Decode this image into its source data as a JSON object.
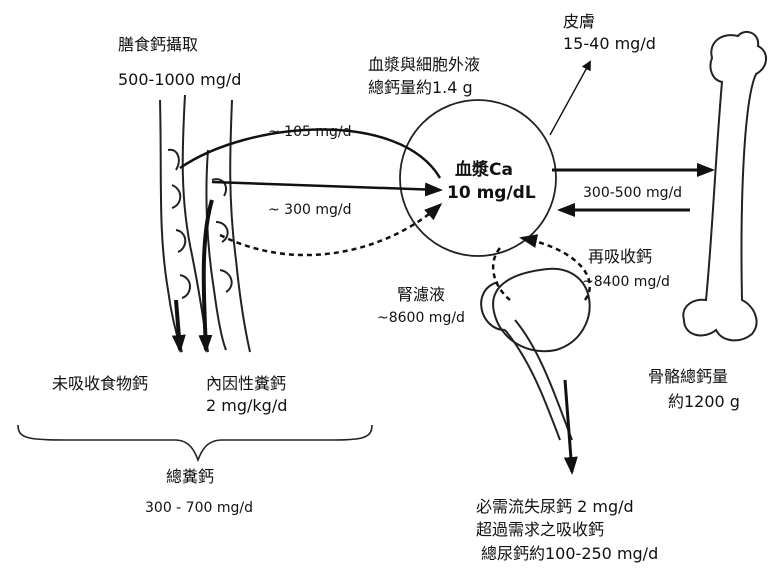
{
  "intake": {
    "title": "膳食鈣攝取",
    "amount": "500-1000 mg/d"
  },
  "plasma": {
    "title_line1": "血漿與細胞外液",
    "title_line2": "總鈣量約1.4 g",
    "center_line1": "血漿Ca",
    "center_line2": "10 mg/dL"
  },
  "skin": {
    "title": "皮膚",
    "amount": "15-40 mg/d"
  },
  "gut": {
    "secretion_rate": "~ 105 mg/d",
    "absorption_rate": "~ 300 mg/d"
  },
  "bone": {
    "exchange_rate": "300-500 mg/d",
    "total_line1": "骨骼總鈣量",
    "total_line2": "約1200 g"
  },
  "kidney": {
    "reabsorb_label": "再吸收鈣",
    "reabsorb_amount": "~8400 mg/d",
    "filtrate_label": "腎濾液",
    "filtrate_amount": "~8600 mg/d"
  },
  "feces": {
    "unabsorbed": "未吸收食物鈣",
    "endogenous_line1": "內因性糞鈣",
    "endogenous_line2": "2 mg/kg/d",
    "total_label": "總糞鈣",
    "total_amount": "300 - 700 mg/d"
  },
  "urine": {
    "line1": "必需流失尿鈣 2 mg/d",
    "line2": "超過需求之吸收鈣",
    "line3": "總尿鈣約100-250 mg/d"
  }
}
